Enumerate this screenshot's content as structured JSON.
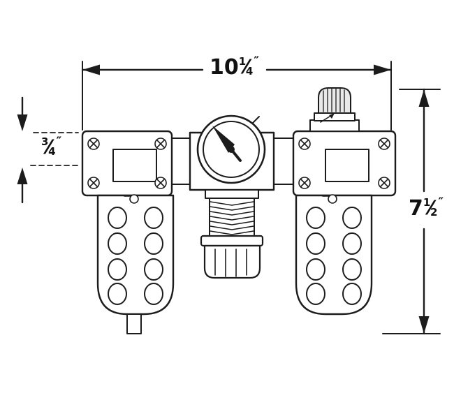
{
  "dimensions": {
    "fraction_slash": "⁄",
    "width": {
      "whole": "10",
      "numerator": "1",
      "denominator": "4",
      "unit": "″"
    },
    "height": {
      "whole": "7",
      "numerator": "1",
      "denominator": "2",
      "unit": "″"
    },
    "port": {
      "whole": "",
      "numerator": "3",
      "denominator": "4",
      "unit": "″"
    }
  },
  "colors": {
    "line": "#1c1c1c",
    "background": "#ffffff",
    "shading": "#e9e9e9"
  }
}
